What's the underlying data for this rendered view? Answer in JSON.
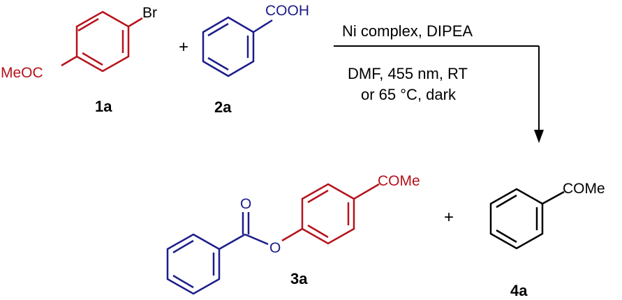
{
  "colors": {
    "red": "#b5121b",
    "blue": "#1c1c8c",
    "black": "#000000"
  },
  "reactant_1": {
    "label": "1a",
    "substituent_left": "MeOC",
    "substituent_right": "Br"
  },
  "plus_1": "+",
  "reactant_2": {
    "label": "2a",
    "substituent": "COOH"
  },
  "conditions": {
    "above_arrow": "Ni complex, DIPEA",
    "below_arrow_line1": "DMF, 455 nm, RT",
    "below_arrow_line2": "or 65 °C, dark"
  },
  "product_1": {
    "label": "3a",
    "carbonyl_o": "O",
    "ether_o": "O",
    "substituent": "COMe"
  },
  "plus_2": "+",
  "product_2": {
    "label": "4a",
    "substituent": "COMe"
  }
}
